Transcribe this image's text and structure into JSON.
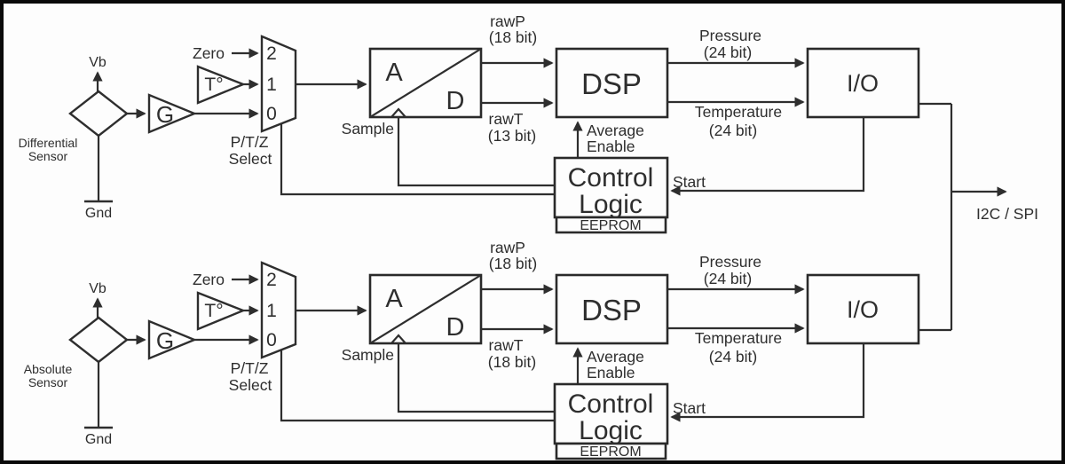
{
  "diagram": {
    "title_hint": "pressure-temperature sensor signal chain block diagram",
    "colors": {
      "line": "#2e2e2e",
      "text": "#2e2e2e",
      "frame": "#0a0a0a",
      "background": "#fdfdfd"
    },
    "bus": {
      "label": "I2C / SPI"
    },
    "channels": [
      {
        "id": "differential",
        "supply_label": "Vb",
        "ground_label": "Gnd",
        "sensor_line1": "Differential",
        "sensor_line2": "Sensor",
        "gain_label": "G",
        "temp_label": "T°",
        "zero_label": "Zero",
        "mux_in2": "2",
        "mux_in1": "1",
        "mux_in0": "0",
        "select_line1": "P/T/Z",
        "select_line2": "Select",
        "adc_a": "A",
        "adc_d": "D",
        "sample_label": "Sample",
        "rawp_label": "rawP",
        "rawp_bits": "(18 bit)",
        "rawt_label": "rawT",
        "rawt_bits": "(13 bit)",
        "dsp_label": "DSP",
        "pressure_label": "Pressure",
        "pressure_bits": "(24 bit)",
        "temperature_label": "Temperature",
        "temperature_bits": "(24 bit)",
        "io_label": "I/O",
        "control_line1": "Control",
        "control_line2": "Logic",
        "eeprom_label": "EEPROM",
        "avg_line1": "Average",
        "avg_line2": "Enable",
        "start_label": "Start"
      },
      {
        "id": "absolute",
        "supply_label": "Vb",
        "ground_label": "Gnd",
        "sensor_line1": "Absolute",
        "sensor_line2": "Sensor",
        "gain_label": "G",
        "temp_label": "T°",
        "zero_label": "Zero",
        "mux_in2": "2",
        "mux_in1": "1",
        "mux_in0": "0",
        "select_line1": "P/T/Z",
        "select_line2": "Select",
        "adc_a": "A",
        "adc_d": "D",
        "sample_label": "Sample",
        "rawp_label": "rawP",
        "rawp_bits": "(18 bit)",
        "rawt_label": "rawT",
        "rawt_bits": "(18 bit)",
        "dsp_label": "DSP",
        "pressure_label": "Pressure",
        "pressure_bits": "(24 bit)",
        "temperature_label": "Temperature",
        "temperature_bits": "(24 bit)",
        "io_label": "I/O",
        "control_line1": "Control",
        "control_line2": "Logic",
        "eeprom_label": "EEPROM",
        "avg_line1": "Average",
        "avg_line2": "Enable",
        "start_label": "Start"
      }
    ]
  }
}
